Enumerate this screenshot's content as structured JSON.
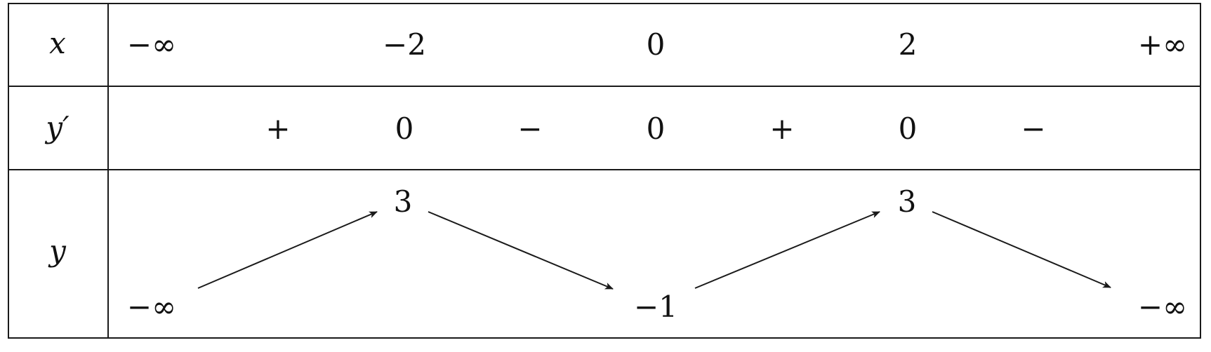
{
  "table": {
    "row_labels": {
      "x": "x",
      "y_prime": "y′",
      "y": "y"
    },
    "x_values": [
      "−∞",
      "−2",
      "0",
      "2",
      "+∞"
    ],
    "derivative_signs": [
      "+",
      "0",
      "−",
      "0",
      "+",
      "0",
      "−"
    ],
    "y_values": {
      "left_limit": "−∞",
      "max_1": "3",
      "min_1": "−1",
      "max_2": "3",
      "right_limit": "−∞"
    },
    "arrows": [
      "increasing",
      "decreasing",
      "increasing",
      "decreasing"
    ]
  }
}
